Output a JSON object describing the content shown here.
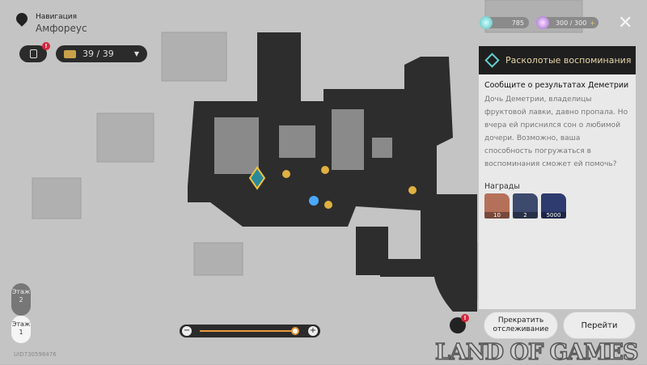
{
  "header": {
    "title": "Навигация",
    "location": "Амфореус"
  },
  "chest_counter": "39 / 39",
  "resources": {
    "currency": "785",
    "power": "300 / 300",
    "add": "+"
  },
  "close": "✕",
  "quest": {
    "category": "Расколотые воспоминания",
    "title": "Сообщите о результатах Деметрии",
    "description": "Дочь Деметрии, владелицы фруктовой лавки, давно пропала. Но вчера ей приснился сон о любимой дочери. Возможно, ваша способность погружаться в воспоминания сможет ей помочь?",
    "rewards_label": "Награды",
    "rewards": [
      {
        "count": "10",
        "color": "#b5705a"
      },
      {
        "count": "2",
        "color": "#3d4a6e"
      },
      {
        "count": "5000",
        "color": "#2e3b6e"
      }
    ]
  },
  "buttons": {
    "stop": "Прекратить отслеживание",
    "go": "Перейти"
  },
  "floors": [
    {
      "label": "Этаж",
      "num": "2"
    },
    {
      "label": "Этаж",
      "num": "1"
    }
  ],
  "zoom": {
    "level": 0.95,
    "minus": "−",
    "plus": "+"
  },
  "uid": "UID730598476",
  "alert": "!",
  "watermark": "LAND OF GAMES"
}
